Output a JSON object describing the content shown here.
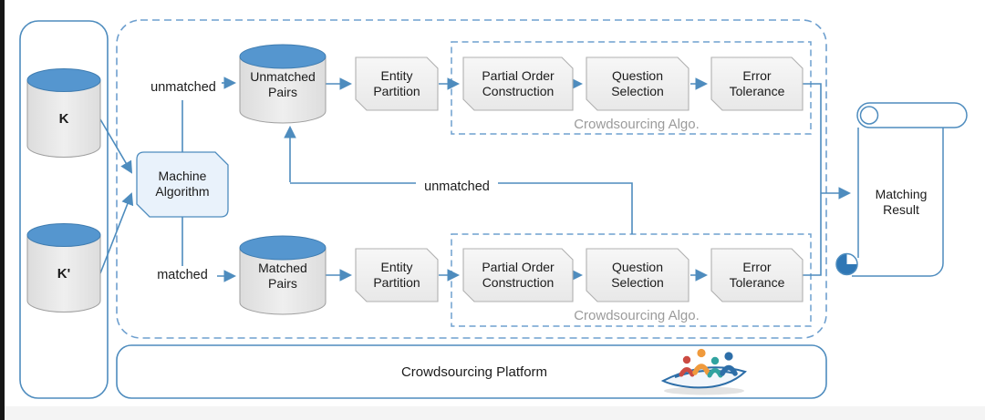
{
  "colors": {
    "accent_blue": "#4e8cbe",
    "dash_blue": "#6fa0cf",
    "cylinder_top_blue": "#5596cf",
    "cylinder_body": "#e7e7e7",
    "box_fill": "#efefef",
    "box_border": "#b0b0b0",
    "machine_fill": "#e9f2fb",
    "group_label_gray": "#9b9b9b",
    "logo_red": "#cc4b43",
    "logo_orange": "#f09a3c",
    "logo_teal": "#31a3a0",
    "logo_blue": "#2d6ea8"
  },
  "left_panel": {
    "k": "K",
    "k_prime": "K'"
  },
  "machine_algorithm": "Machine\nAlgorithm",
  "edge_labels": {
    "unmatched_top": "unmatched",
    "matched": "matched",
    "unmatched_feedback": "unmatched"
  },
  "stores": {
    "unmatched_pairs": "Unmatched\nPairs",
    "matched_pairs": "Matched\nPairs"
  },
  "top_pipeline": {
    "entity_partition": "Entity\nPartition",
    "partial_order": "Partial Order\nConstruction",
    "question_selection": "Question\nSelection",
    "error_tolerance": "Error\nTolerance",
    "group": "Crowdsourcing Algo."
  },
  "bottom_pipeline": {
    "entity_partition": "Entity\nPartition",
    "partial_order": "Partial Order\nConstruction",
    "question_selection": "Question\nSelection",
    "error_tolerance": "Error\nTolerance",
    "group": "Crowdsourcing Algo."
  },
  "result": "Matching\nResult",
  "platform": "Crowdsourcing Platform"
}
